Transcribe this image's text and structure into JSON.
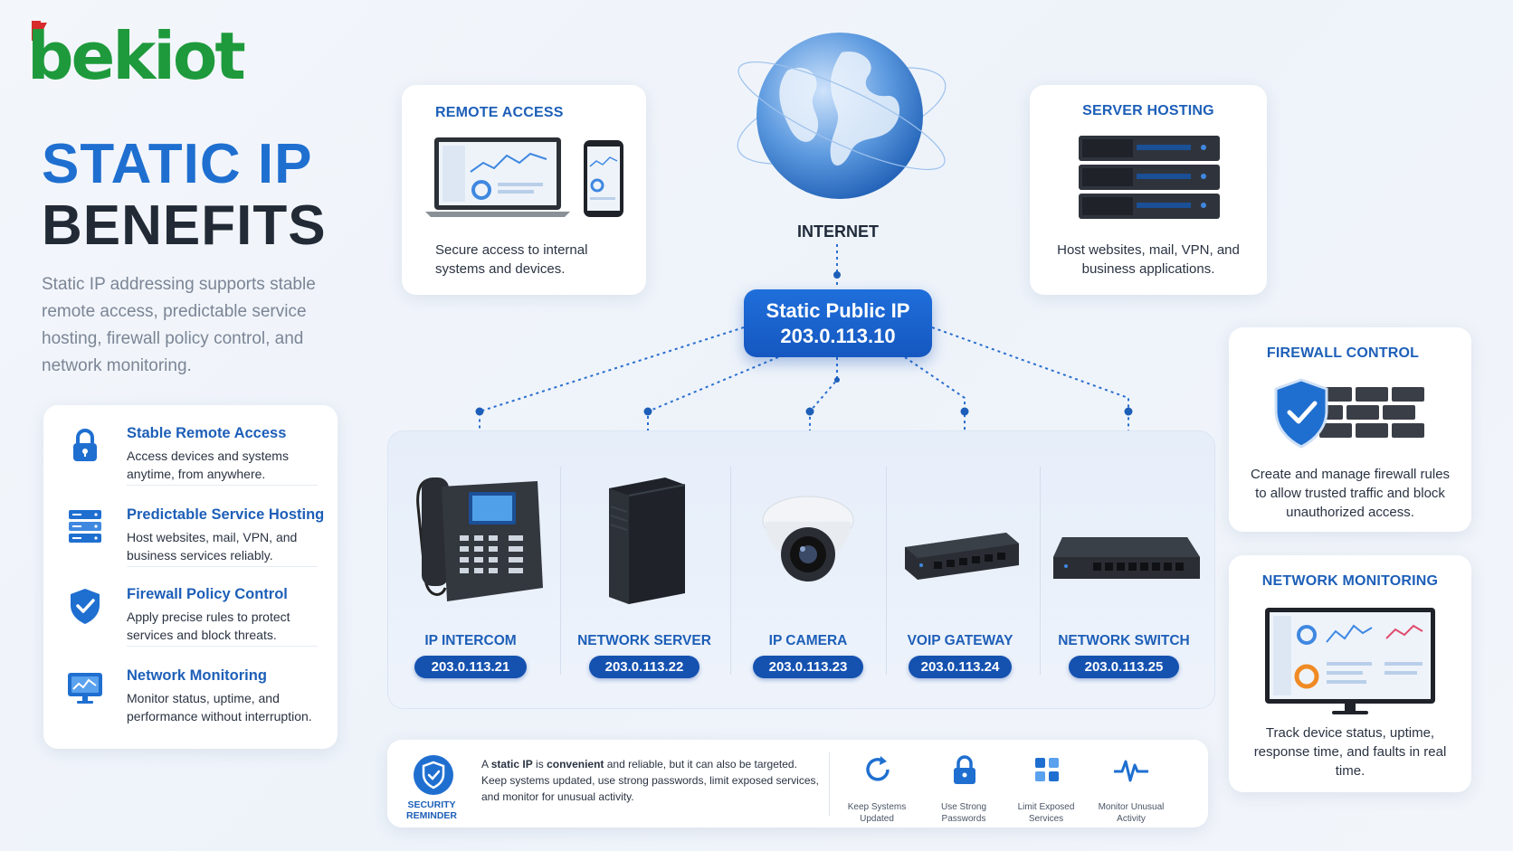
{
  "brand": {
    "name": "bekiot",
    "color": "#1e9a3c",
    "accent": "#d62b2b"
  },
  "title": {
    "line1": "STATIC IP",
    "line2": "BENEFITS"
  },
  "intro": "Static IP addressing supports stable remote access, predictable service hosting, firewall policy control, and network monitoring.",
  "benefits": [
    {
      "title": "Stable Remote Access",
      "desc": "Access devices and systems anytime, from anywhere.",
      "icon": "lock-icon"
    },
    {
      "title": "Predictable Service Hosting",
      "desc": "Host websites, mail, VPN, and business services reliably.",
      "icon": "server-icon"
    },
    {
      "title": "Firewall Policy Control",
      "desc": "Apply precise rules to protect services and block threats.",
      "icon": "shield-icon"
    },
    {
      "title": "Network Monitoring",
      "desc": "Monitor status, uptime, and performance without interruption.",
      "icon": "monitor-icon"
    }
  ],
  "remote_access": {
    "title": "REMOTE ACCESS",
    "text": "Secure access to internal systems and devices."
  },
  "server_hosting": {
    "title": "SERVER HOSTING",
    "text": "Host websites, mail, VPN, and business applications."
  },
  "firewall_control": {
    "title": "FIREWALL CONTROL",
    "text": "Create and manage firewall rules to allow trusted traffic and block unauthorized access."
  },
  "network_monitoring": {
    "title": "NETWORK MONITORING",
    "text": "Track device status, uptime, response time, and faults in real time."
  },
  "internet": {
    "label": "INTERNET"
  },
  "static_ip": {
    "label": "Static Public IP",
    "address": "203.0.113.10"
  },
  "devices": [
    {
      "name": "IP INTERCOM",
      "ip": "203.0.113.21",
      "icon": "ip-phone-icon"
    },
    {
      "name": "NETWORK SERVER",
      "ip": "203.0.113.22",
      "icon": "tower-server-icon"
    },
    {
      "name": "IP CAMERA",
      "ip": "203.0.113.23",
      "icon": "dome-camera-icon"
    },
    {
      "name": "VOIP GATEWAY",
      "ip": "203.0.113.24",
      "icon": "gateway-icon"
    },
    {
      "name": "NETWORK SWITCH",
      "ip": "203.0.113.25",
      "icon": "switch-icon"
    }
  ],
  "reminder": {
    "badge": "SECURITY REMINDER",
    "text_a": "A ",
    "text_b": "static IP",
    "text_c": " is ",
    "text_d": "convenient",
    "text_e": " and reliable, but it can also be targeted. Keep systems updated, use strong passwords, limit exposed services, and monitor for unusual activity.",
    "items": [
      {
        "label": "Keep Systems Updated",
        "icon": "refresh-icon"
      },
      {
        "label": "Use Strong Passwords",
        "icon": "padlock-icon"
      },
      {
        "label": "Limit Exposed Services",
        "icon": "grid-icon"
      },
      {
        "label": "Monitor Unusual Activity",
        "icon": "pulse-icon"
      }
    ]
  },
  "colors": {
    "primary": "#1d5fb8",
    "accent_blue": "#1f6fd0",
    "dark": "#222a36",
    "pill": "#1552b0"
  }
}
